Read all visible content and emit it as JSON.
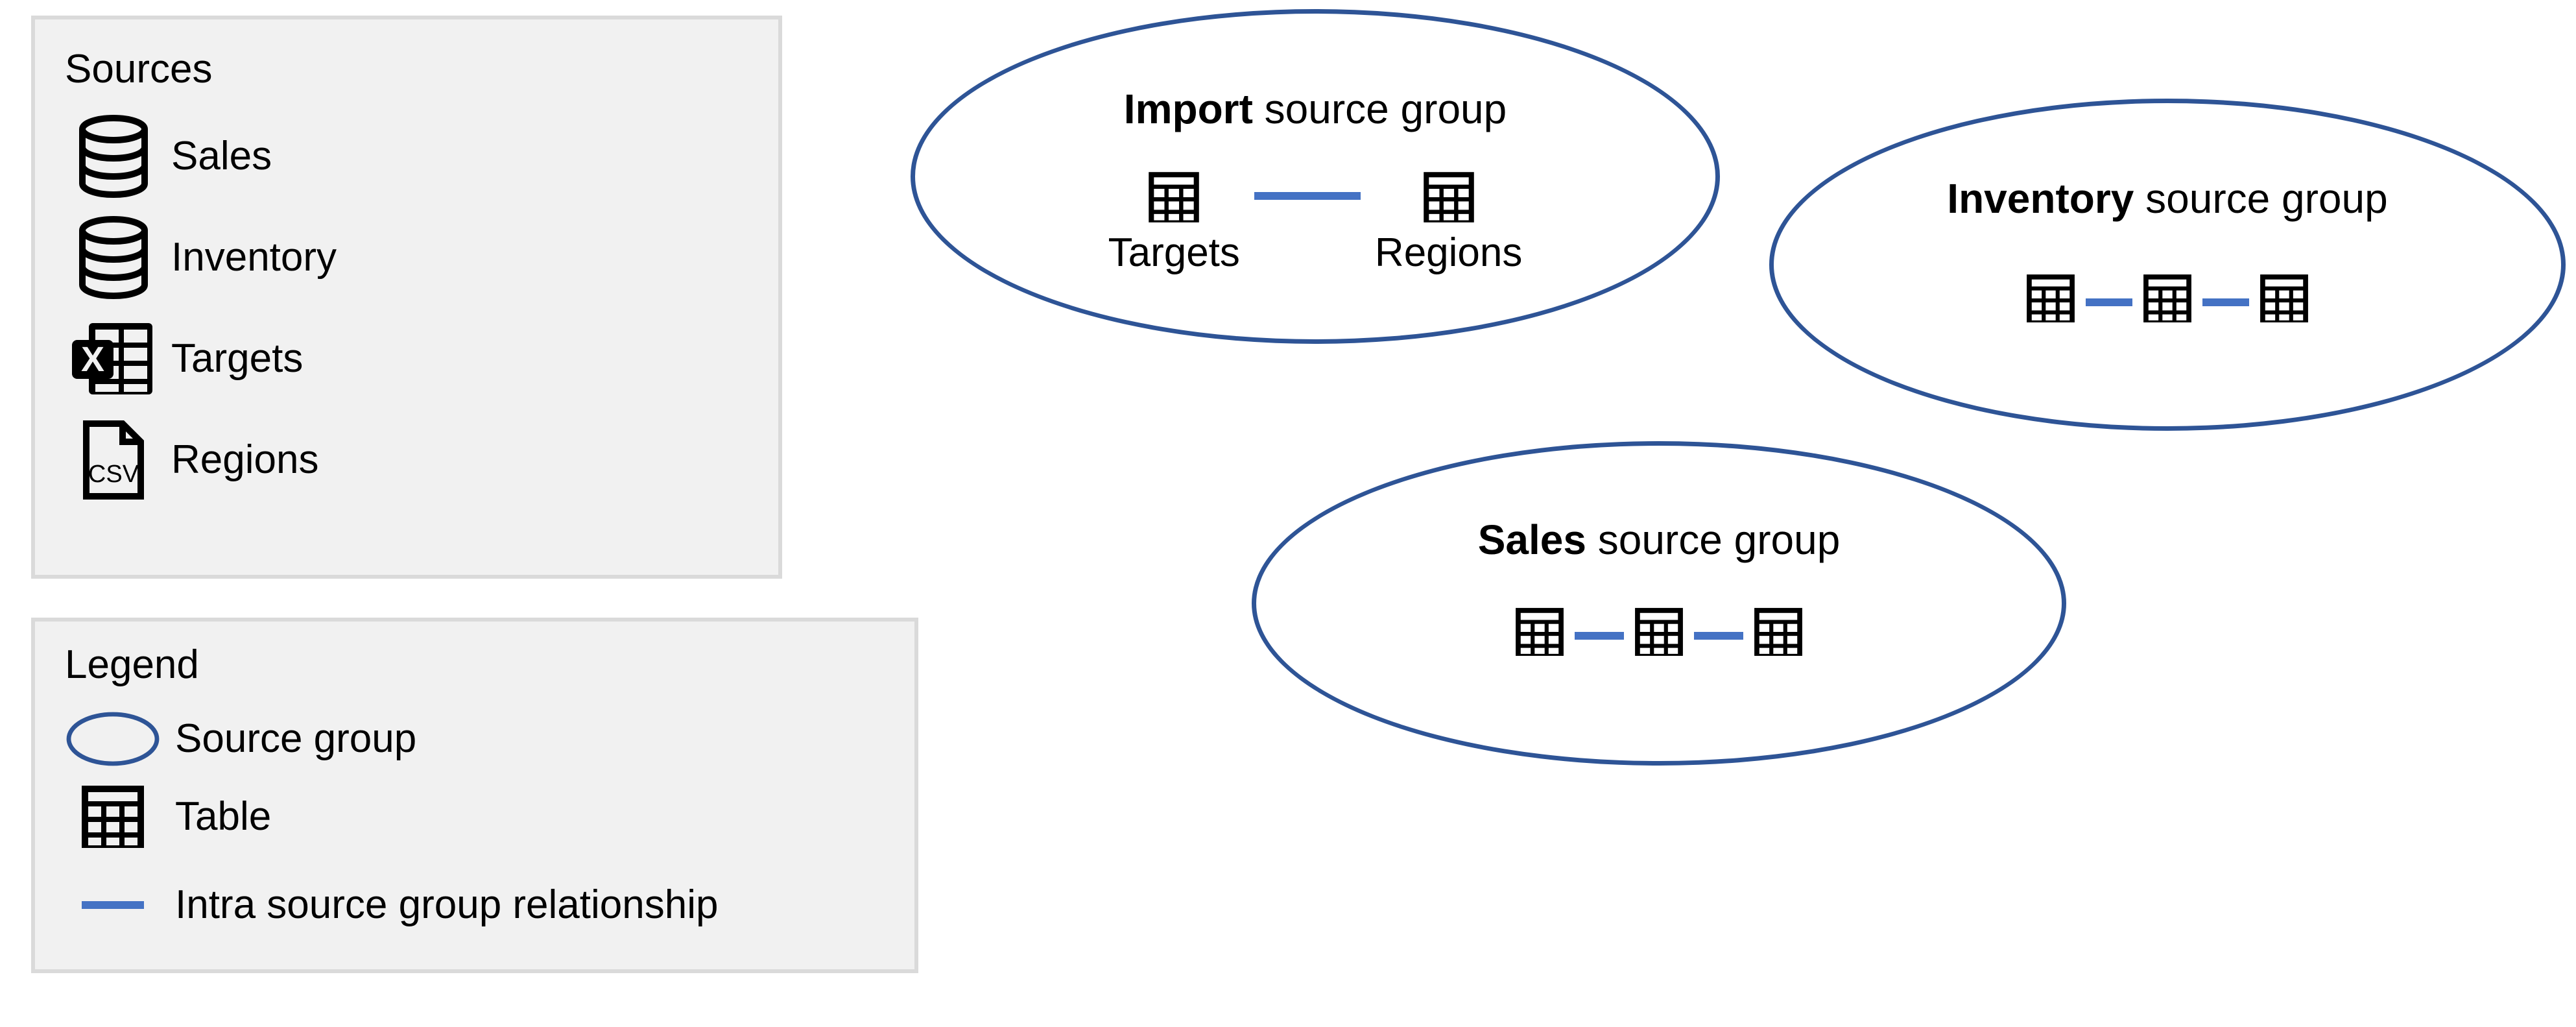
{
  "sources_panel": {
    "title": "Sources",
    "items": [
      {
        "label": "Sales",
        "icon": "database-icon"
      },
      {
        "label": "Inventory",
        "icon": "database-icon"
      },
      {
        "label": "Targets",
        "icon": "excel-file-icon"
      },
      {
        "label": "Regions",
        "icon": "csv-file-icon"
      }
    ]
  },
  "legend_panel": {
    "title": "Legend",
    "items": [
      {
        "label": "Source group",
        "swatch": "ellipse-outline-icon"
      },
      {
        "label": "Table",
        "swatch": "table-icon"
      },
      {
        "label": "Intra source group relationship",
        "swatch": "blue-line-icon"
      }
    ]
  },
  "groups": [
    {
      "name": "import-source-group",
      "title_strong": "Import",
      "title_rest": " source group",
      "tables": [
        {
          "label": "Targets"
        },
        {
          "label": "Regions"
        }
      ],
      "relationship_count": 1
    },
    {
      "name": "inventory-source-group",
      "title_strong": "Inventory",
      "title_rest": " source group",
      "tables": [
        {
          "label": ""
        },
        {
          "label": ""
        },
        {
          "label": ""
        }
      ],
      "relationship_count": 2
    },
    {
      "name": "sales-source-group",
      "title_strong": "Sales",
      "title_rest": " source group",
      "tables": [
        {
          "label": ""
        },
        {
          "label": ""
        },
        {
          "label": ""
        }
      ],
      "relationship_count": 2
    }
  ],
  "colors": {
    "group_outline": "#2E5496",
    "relationship_line": "#4472C4",
    "panel_background": "#F1F1F1",
    "panel_border": "#DADADA",
    "icon_black": "#000000",
    "page_background": "#FFFFFF"
  },
  "csv_icon_text": "CSV",
  "excel_icon_text": "X"
}
